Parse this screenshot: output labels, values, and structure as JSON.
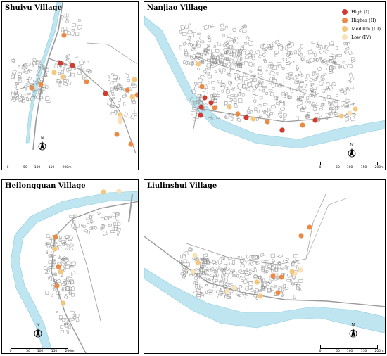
{
  "colors": {
    "high": "#d13a2e",
    "higher": "#eb8a45",
    "medium": "#f4c77c",
    "low": "#f9e2b8",
    "river": "#bfe6f0",
    "river_edge": "#8ccbe0",
    "road": "#9a9a9a",
    "building": "#8a8a8a"
  },
  "legend": {
    "items": [
      {
        "label": "High (I)",
        "level": "high"
      },
      {
        "label": "Higher (II)",
        "level": "higher"
      },
      {
        "label": "Medium (III)",
        "level": "medium"
      },
      {
        "label": "Low (IV)",
        "level": "low"
      }
    ]
  },
  "panels": [
    {
      "title": "Shuiyu Village",
      "north_label": "N",
      "scale_labels": [
        "0",
        "50",
        "100",
        "150",
        "200m"
      ],
      "points": [
        {
          "level": "higher"
        },
        {
          "level": "high"
        },
        {
          "level": "high"
        },
        {
          "level": "medium"
        },
        {
          "level": "medium"
        },
        {
          "level": "higher"
        },
        {
          "level": "higher"
        },
        {
          "level": "higher"
        },
        {
          "level": "high"
        },
        {
          "level": "higher"
        },
        {
          "level": "medium"
        },
        {
          "level": "medium"
        },
        {
          "level": "higher"
        },
        {
          "level": "medium"
        },
        {
          "level": "low"
        },
        {
          "level": "higher"
        },
        {
          "level": "higher"
        },
        {
          "level": "low"
        }
      ]
    },
    {
      "title": "Nanjiao Village",
      "north_label": "N",
      "scale_labels": [
        "0",
        "50",
        "100",
        "150",
        "200m"
      ],
      "points": [
        {
          "level": "medium"
        },
        {
          "level": "higher"
        },
        {
          "level": "high"
        },
        {
          "level": "high"
        },
        {
          "level": "high"
        },
        {
          "level": "high"
        },
        {
          "level": "higher"
        },
        {
          "level": "medium"
        },
        {
          "level": "higher"
        },
        {
          "level": "high"
        },
        {
          "level": "medium"
        },
        {
          "level": "higher"
        },
        {
          "level": "high"
        },
        {
          "level": "higher"
        },
        {
          "level": "high"
        },
        {
          "level": "medium"
        },
        {
          "level": "medium"
        },
        {
          "level": "low"
        }
      ]
    },
    {
      "title": "Heilongguan Village",
      "north_label": "N",
      "scale_labels": [
        "0",
        "50",
        "100",
        "150",
        "200m"
      ],
      "points": [
        {
          "level": "medium"
        },
        {
          "level": "low"
        },
        {
          "level": "higher"
        },
        {
          "level": "medium"
        },
        {
          "level": "higher"
        },
        {
          "level": "medium"
        },
        {
          "level": "higher"
        },
        {
          "level": "medium"
        }
      ]
    },
    {
      "title": "Liulinshui Village",
      "north_label": "N",
      "scale_labels": [
        "0",
        "50",
        "100",
        "150",
        "200m"
      ],
      "points": [
        {
          "level": "higher"
        },
        {
          "level": "higher"
        },
        {
          "level": "low"
        },
        {
          "level": "medium"
        },
        {
          "level": "low"
        },
        {
          "level": "higher"
        },
        {
          "level": "higher"
        },
        {
          "level": "medium"
        },
        {
          "level": "low"
        },
        {
          "level": "low"
        },
        {
          "level": "higher"
        },
        {
          "level": "medium"
        },
        {
          "level": "low"
        },
        {
          "level": "medium"
        },
        {
          "level": "low"
        }
      ]
    }
  ]
}
